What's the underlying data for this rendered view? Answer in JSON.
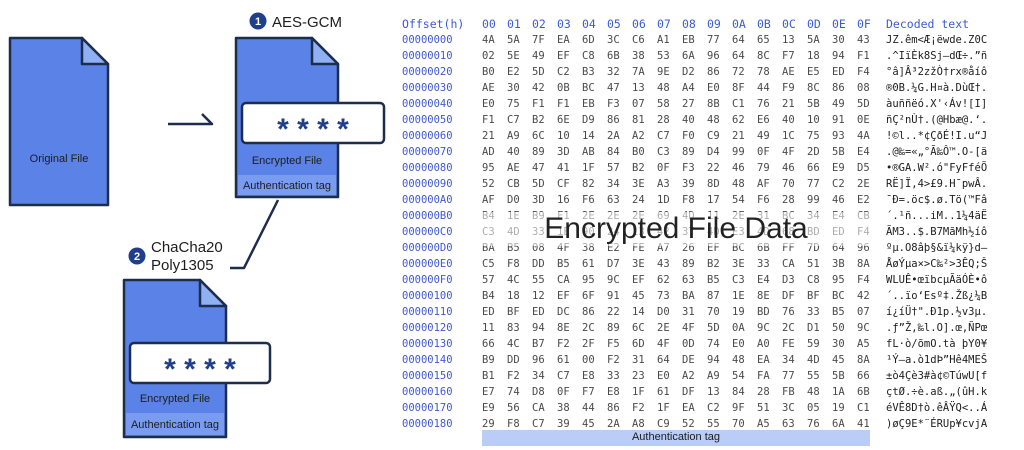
{
  "diagram": {
    "original_file_label": "Original File",
    "step1_number": "1",
    "step1_label": "AES-GCM",
    "step2_number": "2",
    "step2_label_line1": "ChaCha20",
    "step2_label_line2": "Poly1305",
    "encrypted_file_label": "Encrypted File",
    "auth_tag_label": "Authentication tag",
    "mask": "* * * *"
  },
  "hex_view": {
    "offset_header": "Offset(h)",
    "column_headers": [
      "00",
      "01",
      "02",
      "03",
      "04",
      "05",
      "06",
      "07",
      "08",
      "09",
      "0A",
      "0B",
      "0C",
      "0D",
      "0E",
      "0F"
    ],
    "decoded_header": "Decoded text",
    "overlay_label": "Encrypted File Data",
    "auth_tag_label": "Authentication tag",
    "rows": [
      {
        "offset": "00000000",
        "bytes": [
          "4A",
          "5A",
          "7F",
          "EA",
          "6D",
          "3C",
          "C6",
          "A1",
          "EB",
          "77",
          "64",
          "65",
          "13",
          "5A",
          "30",
          "43"
        ],
        "text": "JZ.êm<Æ¡ëwde.Z0C"
      },
      {
        "offset": "00000010",
        "bytes": [
          "02",
          "5E",
          "49",
          "EF",
          "C8",
          "6B",
          "38",
          "53",
          "6A",
          "96",
          "64",
          "8C",
          "F7",
          "18",
          "94",
          "F1"
        ],
        "text": ".^IïÈk8Sj–dŒ÷.”ñ"
      },
      {
        "offset": "00000020",
        "bytes": [
          "B0",
          "E2",
          "5D",
          "C2",
          "B3",
          "32",
          "7A",
          "9E",
          "D2",
          "86",
          "72",
          "78",
          "AE",
          "E5",
          "ED",
          "F4"
        ],
        "text": "°â]Â³2zžÒ†rx®åíô"
      },
      {
        "offset": "00000030",
        "bytes": [
          "AE",
          "30",
          "42",
          "0B",
          "BC",
          "47",
          "13",
          "48",
          "A4",
          "E0",
          "8F",
          "44",
          "F9",
          "8C",
          "86",
          "08"
        ],
        "text": "®0B.¼G.H¤à.DùŒ†."
      },
      {
        "offset": "00000040",
        "bytes": [
          "E0",
          "75",
          "F1",
          "F1",
          "EB",
          "F3",
          "07",
          "58",
          "27",
          "8B",
          "C1",
          "76",
          "21",
          "5B",
          "49",
          "5D"
        ],
        "text": "àuññëó.X'‹Áv![I]"
      },
      {
        "offset": "00000050",
        "bytes": [
          "F1",
          "C7",
          "B2",
          "6E",
          "D9",
          "86",
          "81",
          "28",
          "40",
          "48",
          "62",
          "E6",
          "40",
          "10",
          "91",
          "0E"
        ],
        "text": "ñÇ²nÙ†.(@Hbæ@.‘."
      },
      {
        "offset": "00000060",
        "bytes": [
          "21",
          "A9",
          "6C",
          "10",
          "14",
          "2A",
          "A2",
          "C7",
          "F0",
          "C9",
          "21",
          "49",
          "1C",
          "75",
          "93",
          "4A"
        ],
        "text": "!©l..*¢ÇðÉ!I.u“J"
      },
      {
        "offset": "00000070",
        "bytes": [
          "AD",
          "40",
          "89",
          "3D",
          "AB",
          "84",
          "B0",
          "C3",
          "89",
          "D4",
          "99",
          "0F",
          "4F",
          "2D",
          "5B",
          "E4"
        ],
        "text": ".@‰=«„°Ã‰Ô™.O-[ä"
      },
      {
        "offset": "00000080",
        "bytes": [
          "95",
          "AE",
          "47",
          "41",
          "1F",
          "57",
          "B2",
          "0F",
          "F3",
          "22",
          "46",
          "79",
          "46",
          "66",
          "E9",
          "D5"
        ],
        "text": "•®GA.W².ó\"FyFféÕ"
      },
      {
        "offset": "00000090",
        "bytes": [
          "52",
          "CB",
          "5D",
          "CF",
          "82",
          "34",
          "3E",
          "A3",
          "39",
          "8D",
          "48",
          "AF",
          "70",
          "77",
          "C2",
          "2E"
        ],
        "text": "RË]Ï‚4>£9.H¯pwÂ."
      },
      {
        "offset": "000000A0",
        "bytes": [
          "AF",
          "D0",
          "3D",
          "16",
          "F6",
          "63",
          "24",
          "1D",
          "F8",
          "17",
          "54",
          "F6",
          "28",
          "99",
          "46",
          "E2"
        ],
        "text": "¯Ð=.öc$.ø.Tö(™Fâ"
      },
      {
        "offset": "000000B0",
        "bytes": [
          "B4",
          "1E",
          "B9",
          "F1",
          "2E",
          "2E",
          "2E",
          "69",
          "4D",
          "11",
          "2E",
          "31",
          "BC",
          "34",
          "E4",
          "CB"
        ],
        "text": "´.¹ñ...iM..1¼4äË"
      },
      {
        "offset": "000000C0",
        "bytes": [
          "C3",
          "4D",
          "33",
          "1E",
          "90",
          "24",
          "13",
          "42",
          "37",
          "4D",
          "E3",
          "4D",
          "68",
          "BD",
          "ED",
          "F4"
        ],
        "text": "ÃM3..$.B7MãMh½íô"
      },
      {
        "offset": "000000D0",
        "bytes": [
          "BA",
          "B5",
          "08",
          "4F",
          "38",
          "E2",
          "FE",
          "A7",
          "26",
          "EF",
          "BC",
          "6B",
          "FF",
          "7D",
          "64",
          "96"
        ],
        "text": "ºµ.O8âþ§&ï¼kÿ}d–"
      },
      {
        "offset": "000000E0",
        "bytes": [
          "C5",
          "F8",
          "DD",
          "B5",
          "61",
          "D7",
          "3E",
          "43",
          "89",
          "B2",
          "3E",
          "33",
          "CA",
          "51",
          "3B",
          "8A"
        ],
        "text": "ÅøÝµa×>C‰²>3ÊQ;Š"
      },
      {
        "offset": "000000F0",
        "bytes": [
          "57",
          "4C",
          "55",
          "CA",
          "95",
          "9C",
          "EF",
          "62",
          "63",
          "B5",
          "C3",
          "E4",
          "D3",
          "C8",
          "95",
          "F4"
        ],
        "text": "WLUÊ•œïbcµÃäÓÈ•ô"
      },
      {
        "offset": "00000100",
        "bytes": [
          "B4",
          "18",
          "12",
          "EF",
          "6F",
          "91",
          "45",
          "73",
          "BA",
          "87",
          "1E",
          "8E",
          "DF",
          "BF",
          "BC",
          "42"
        ],
        "text": "´..ïo‘Esº‡.Žß¿¼B"
      },
      {
        "offset": "00000110",
        "bytes": [
          "ED",
          "BF",
          "ED",
          "DC",
          "86",
          "22",
          "14",
          "D0",
          "31",
          "70",
          "19",
          "BD",
          "76",
          "33",
          "B5",
          "07"
        ],
        "text": "í¿íÜ†\".Ð1p.½v3µ."
      },
      {
        "offset": "00000120",
        "bytes": [
          "11",
          "83",
          "94",
          "8E",
          "2C",
          "89",
          "6C",
          "2E",
          "4F",
          "5D",
          "0A",
          "9C",
          "2C",
          "D1",
          "50",
          "9C"
        ],
        "text": ".ƒ”Ž,‰l.O].œ,ÑPœ"
      },
      {
        "offset": "00000130",
        "bytes": [
          "66",
          "4C",
          "B7",
          "F2",
          "2F",
          "F5",
          "6D",
          "4F",
          "0D",
          "74",
          "E0",
          "A0",
          "FE",
          "59",
          "30",
          "A5"
        ],
        "text": "fL·ò/õmO.tà þY0¥"
      },
      {
        "offset": "00000140",
        "bytes": [
          "B9",
          "DD",
          "96",
          "61",
          "00",
          "F2",
          "31",
          "64",
          "DE",
          "94",
          "48",
          "EA",
          "34",
          "4D",
          "45",
          "8A"
        ],
        "text": "¹Ý–a.ò1dÞ”Hê4MEŠ"
      },
      {
        "offset": "00000150",
        "bytes": [
          "B1",
          "F2",
          "34",
          "C7",
          "E8",
          "33",
          "23",
          "E0",
          "A2",
          "A9",
          "54",
          "FA",
          "77",
          "55",
          "5B",
          "66"
        ],
        "text": "±ò4Çè3#à¢©TúwU[f"
      },
      {
        "offset": "00000160",
        "bytes": [
          "E7",
          "74",
          "D8",
          "0F",
          "F7",
          "E8",
          "1F",
          "61",
          "DF",
          "13",
          "84",
          "28",
          "FB",
          "48",
          "1A",
          "6B"
        ],
        "text": "çtØ.÷è.aß.„(ûH.k"
      },
      {
        "offset": "00000170",
        "bytes": [
          "E9",
          "56",
          "CA",
          "38",
          "44",
          "86",
          "F2",
          "1F",
          "EA",
          "C2",
          "9F",
          "51",
          "3C",
          "05",
          "19",
          "C1"
        ],
        "text": "éVÊ8D†ò.êÂŸQ<..Á"
      },
      {
        "offset": "00000180",
        "bytes": [
          "29",
          "F8",
          "C7",
          "39",
          "45",
          "2A",
          "A8",
          "C9",
          "52",
          "55",
          "70",
          "A5",
          "63",
          "76",
          "6A",
          "41"
        ],
        "text": ")øÇ9E*¨ÉRUp¥cvjA"
      }
    ]
  },
  "colors": {
    "doc_fill": "#5b82e6",
    "doc_fold": "#8fb0f3",
    "doc_outline": "#1f2d4d",
    "band": "#7a9cf0",
    "header_blue": "#3b5bd6",
    "step_badge": "#1f3f8a",
    "auth_band_hex": "#b9cdf6"
  },
  "icons": [
    "file-icon",
    "lock-mask-icon",
    "arrow-connector"
  ]
}
